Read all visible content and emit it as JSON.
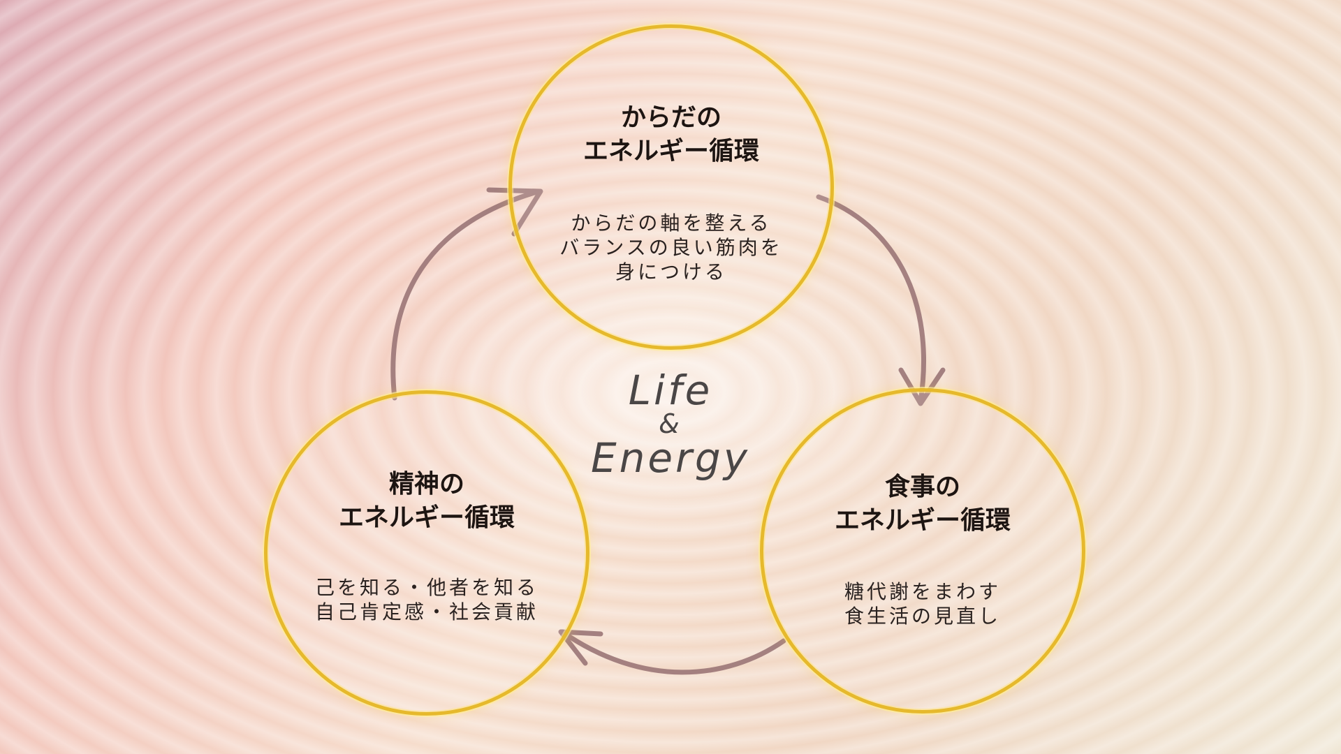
{
  "center": {
    "line1": "Life",
    "line2": "&",
    "line3": "Energy"
  },
  "nodes": {
    "body": {
      "title_line1": "からだの",
      "title_line2": "エネルギー循環",
      "desc_line1": "からだの軸を整える",
      "desc_line2": "バランスの良い筋肉を",
      "desc_line3": "身につける"
    },
    "food": {
      "title_line1": "食事の",
      "title_line2": "エネルギー循環",
      "desc_line1": "糖代謝をまわす",
      "desc_line2": "食生活の見直し"
    },
    "mind": {
      "title_line1": "精神の",
      "title_line2": "エネルギー循環",
      "desc_line1": "己を知る・他者を知る",
      "desc_line2": "自己肯定感・社会貢献"
    }
  },
  "colors": {
    "ring": "#e6b92c",
    "arrow": "#9b7677",
    "text": "#1d1512",
    "center_text": "#4a4646"
  }
}
